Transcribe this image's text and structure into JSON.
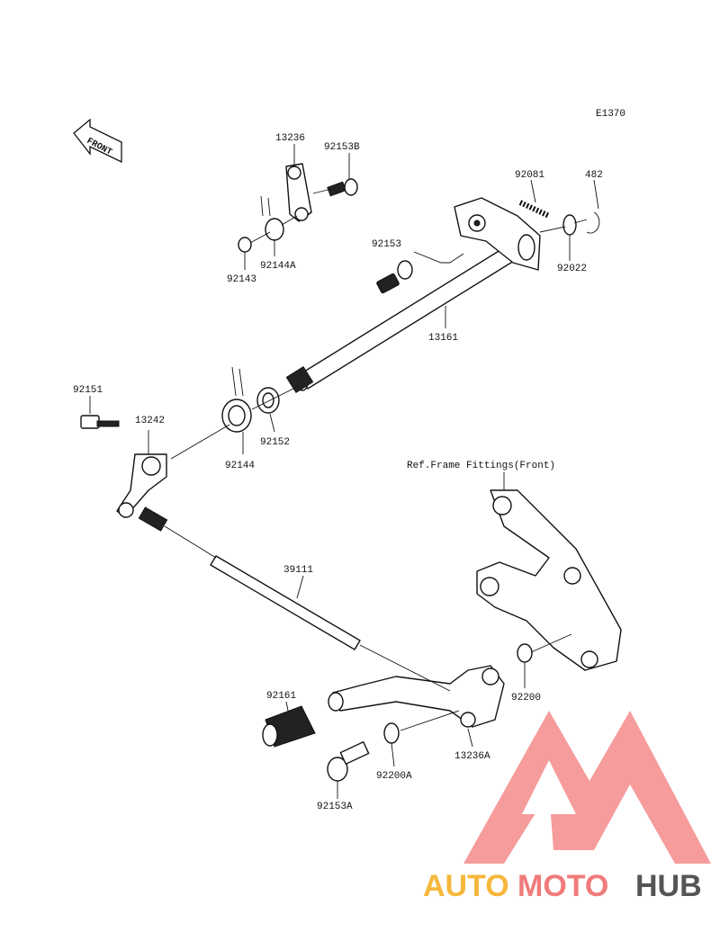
{
  "diagram": {
    "code": "E1370",
    "front_arrow": "FRONT",
    "ref_label": "Ref.Frame Fittings(Front)",
    "parts": {
      "p13236": "13236",
      "p92153B": "92153B",
      "p92081": "92081",
      "p482": "482",
      "p92153": "92153",
      "p92022": "92022",
      "p92143": "92143",
      "p92144A": "92144A",
      "p13161": "13161",
      "p92151": "92151",
      "p13242": "13242",
      "p92144": "92144",
      "p92152": "92152",
      "p39111": "39111",
      "p92200": "92200",
      "p92161": "92161",
      "p13236A": "13236A",
      "p92200A": "92200A",
      "p92153A": "92153A"
    }
  },
  "watermark": {
    "part1": "AUTO",
    "part2": "MOTO",
    "part3": "HUB",
    "color_orange": "#f6b73c",
    "color_red": "#f07b7b",
    "color_gray": "#555555"
  }
}
